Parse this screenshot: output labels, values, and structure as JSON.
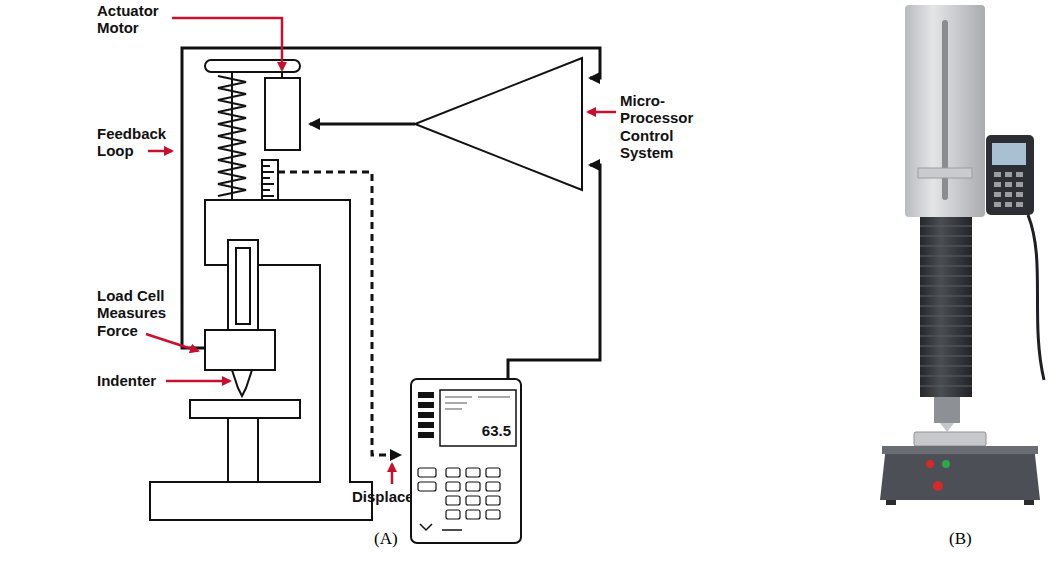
{
  "diagram": {
    "nodes": [
      {
        "text": [
          "63.5"
        ]
      }
    ],
    "labels": [
      "Actuator Motor",
      "Feedback Loop",
      "Load Cell Measures Force",
      "Indenter",
      "Micro-Processor Control System",
      "Displacement",
      "(A)",
      "(B)"
    ]
  }
}
